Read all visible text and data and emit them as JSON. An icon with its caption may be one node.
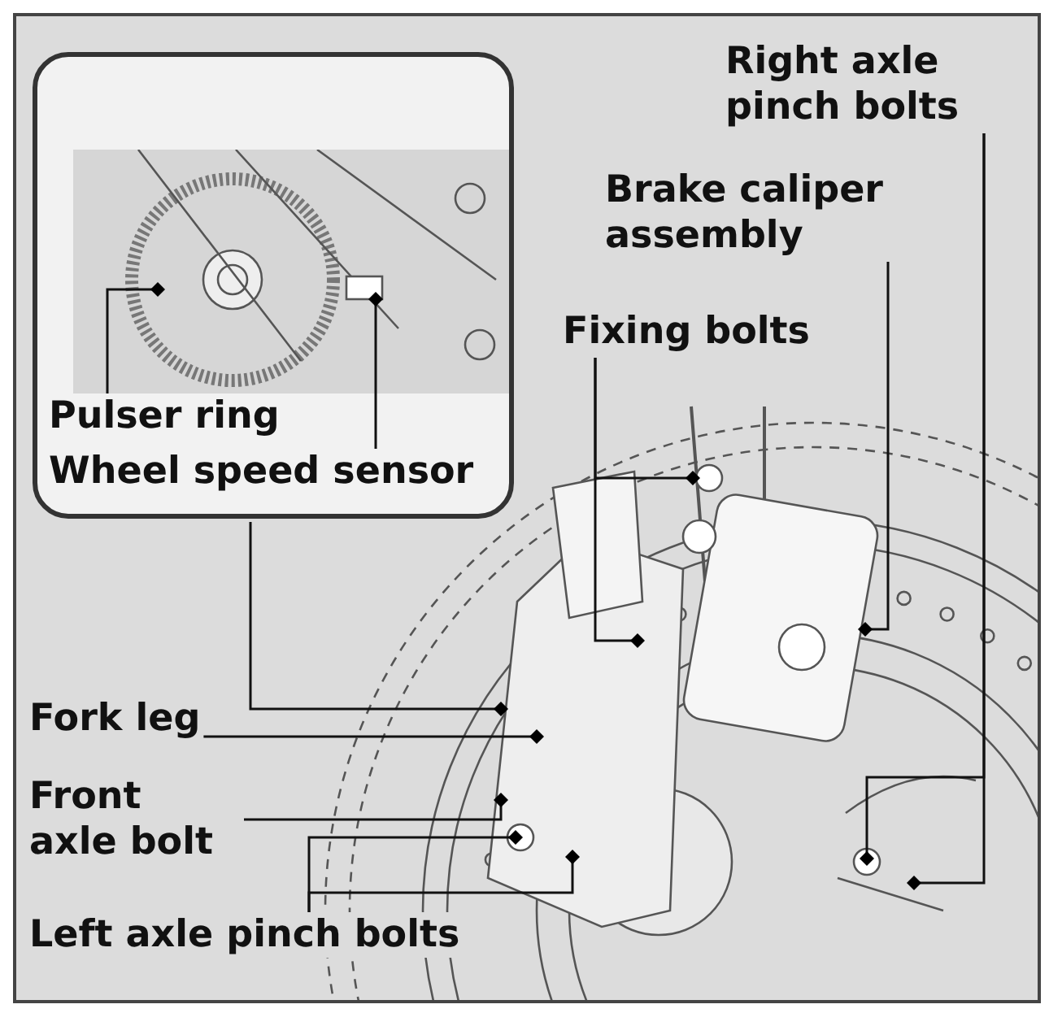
{
  "diagram": {
    "nodes": [
      {
        "text": [],
        "shape": "box"
      },
      {
        "text": [
          "Pulser ring"
        ],
        "in": 0
      },
      {
        "text": [
          "Wheel speed sensor"
        ],
        "in": 0
      },
      {
        "text": [
          "Right axle pinch bolts"
        ]
      },
      {
        "text": [
          "Brake caliper assembly"
        ]
      },
      {
        "text": [
          "Fixing bolts"
        ]
      },
      {
        "text": [
          "Fork leg"
        ]
      },
      {
        "text": [
          "Front axle bolt"
        ]
      },
      {
        "text": [
          "Left axle pinch bolts"
        ]
      }
    ],
    "edges": [
      {
        "from": 1,
        "to": null,
        "arrow": "other"
      },
      {
        "from": 2,
        "to": null,
        "arrow": "other"
      },
      {
        "from": 0,
        "to": null,
        "arrow": "other"
      },
      {
        "from": 3,
        "to": null,
        "arrow": "other"
      },
      {
        "from": 3,
        "to": null,
        "arrow": "other"
      },
      {
        "from": 4,
        "to": null,
        "arrow": "other"
      },
      {
        "from": 5,
        "to": null,
        "arrow": "other"
      },
      {
        "from": 5,
        "to": null,
        "arrow": "other"
      },
      {
        "from": 6,
        "to": null,
        "arrow": "other"
      },
      {
        "from": 7,
        "to": null,
        "arrow": "other"
      },
      {
        "from": 8,
        "to": null,
        "arrow": "other"
      },
      {
        "from": 8,
        "to": null,
        "arrow": "other"
      }
    ]
  }
}
